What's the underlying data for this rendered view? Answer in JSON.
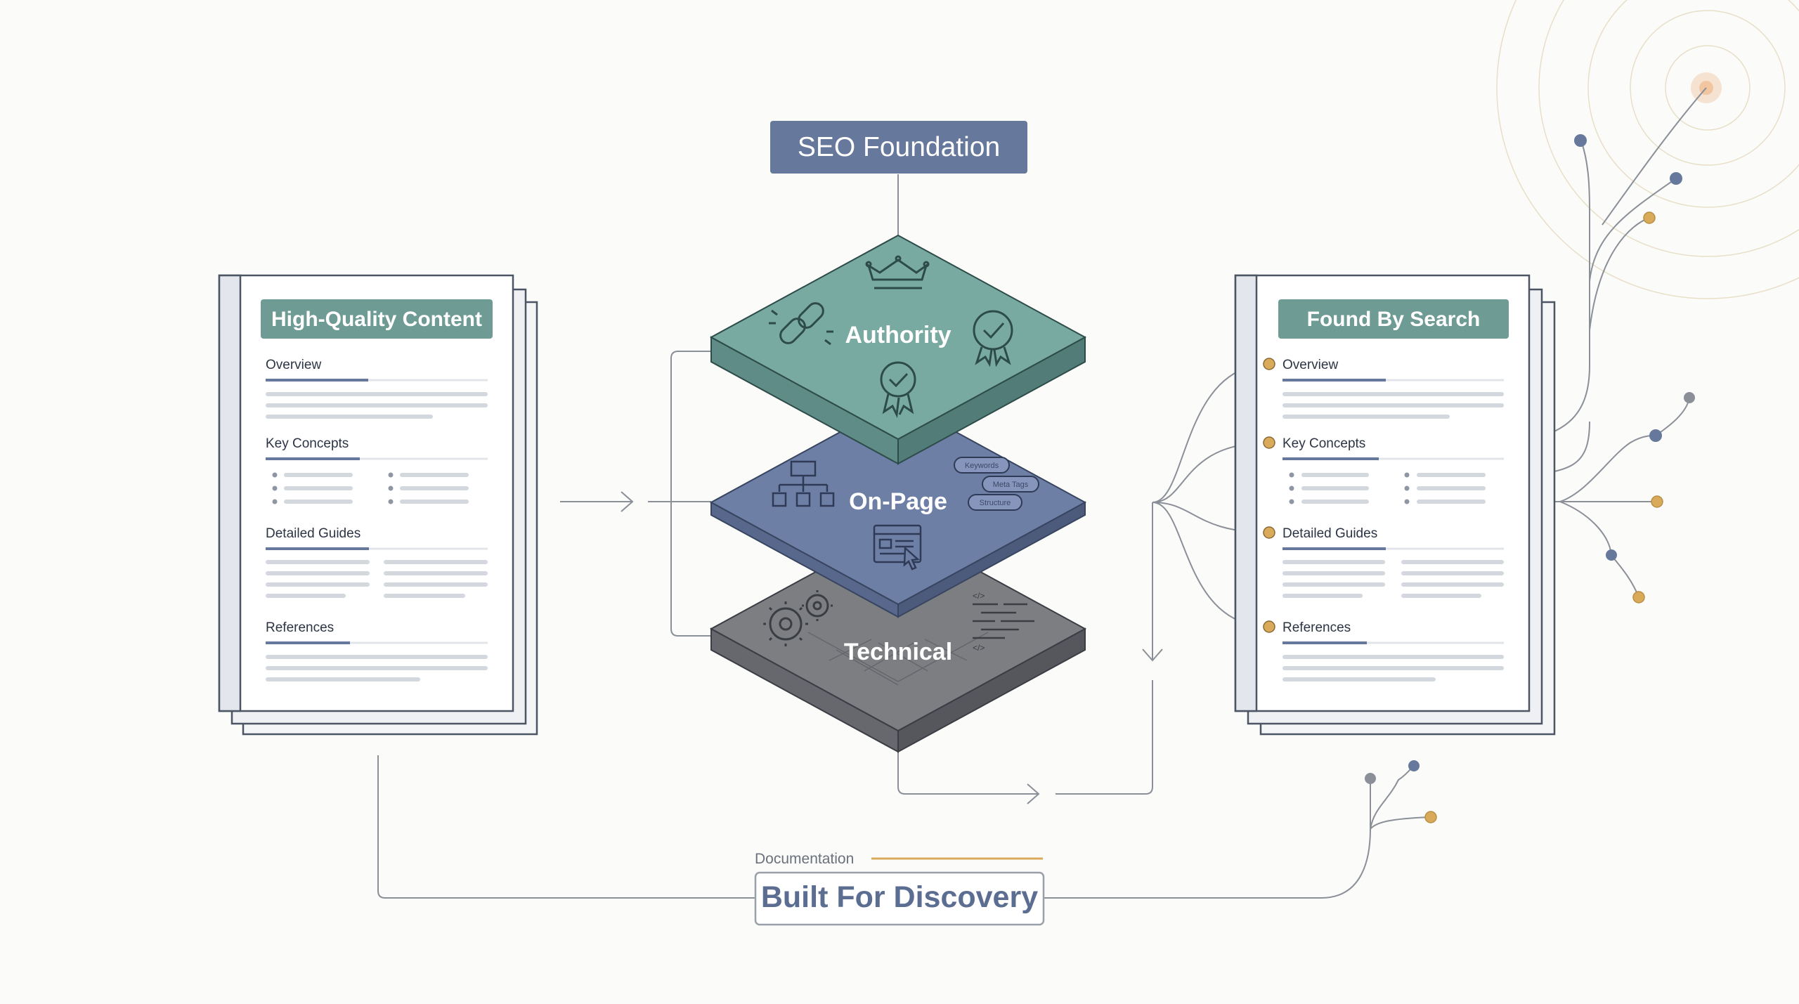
{
  "title": "SEO Foundation",
  "layers": [
    {
      "label": "Authority",
      "color": "#79aaa2"
    },
    {
      "label": "On-Page",
      "color": "#6e7fa6",
      "chips": [
        "Keywords",
        "Meta Tags",
        "Structure"
      ]
    },
    {
      "label": "Technical",
      "color": "#7c7e82"
    }
  ],
  "left_doc": {
    "title": "High-Quality Content",
    "sections": [
      "Overview",
      "Key Concepts",
      "Detailed Guides",
      "References"
    ]
  },
  "right_doc": {
    "title": "Found By Search",
    "sections": [
      "Overview",
      "Key Concepts",
      "Detailed Guides",
      "References"
    ]
  },
  "bottom": {
    "caption": "Documentation",
    "label": "Built For Discovery"
  },
  "colors": {
    "teal": "#6f9b95",
    "slate": "#66789c",
    "gold": "#d9aa5a",
    "ink": "#2c3444"
  }
}
